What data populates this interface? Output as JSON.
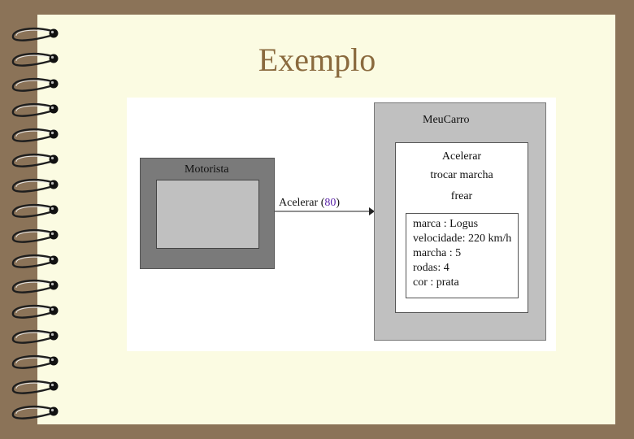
{
  "slide": {
    "title": "Exemplo"
  },
  "diagram": {
    "motorista": {
      "label": "Motorista"
    },
    "message": {
      "text": "Acelerar",
      "open": "(",
      "value": "80",
      "close": ")"
    },
    "carro": {
      "label": "MeuCarro",
      "methods": [
        "Acelerar",
        "trocar marcha",
        "frear"
      ],
      "attributes": [
        {
          "name": "marca :",
          "value": "Logus"
        },
        {
          "name": "velocidade:",
          "value": "220 km/h"
        },
        {
          "name": "marcha :",
          "value": "5"
        },
        {
          "name": "rodas:",
          "value": "4"
        },
        {
          "name": "cor :",
          "value": "prata"
        }
      ]
    }
  }
}
